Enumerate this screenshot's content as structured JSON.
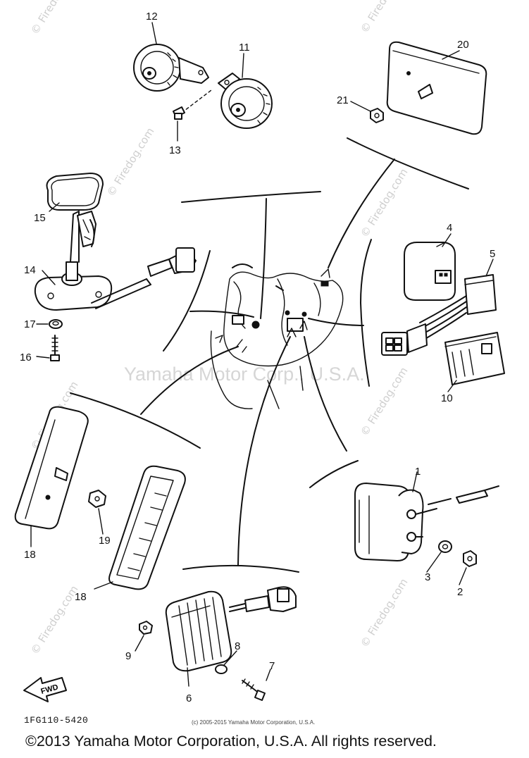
{
  "diagram": {
    "code": "1FG110-5420",
    "small_copyright": "(c) 2005-2015 Yamaha Motor Corporation, U.S.A.",
    "footer_copyright": "©2013 Yamaha Motor Corporation, U.S.A. All rights reserved.",
    "center_watermark": "Yamaha Motor Corp., U.S.A.",
    "watermark_text": "© Firedog.com",
    "fwd_label": "FWD",
    "callouts": [
      "1",
      "2",
      "3",
      "4",
      "5",
      "6",
      "7",
      "8",
      "9",
      "10",
      "11",
      "12",
      "13",
      "14",
      "15",
      "16",
      "17",
      "18",
      "18",
      "19",
      "20",
      "21"
    ]
  },
  "colors": {
    "line": "#111111",
    "watermark": "#cfcfcf",
    "background": "#ffffff"
  }
}
